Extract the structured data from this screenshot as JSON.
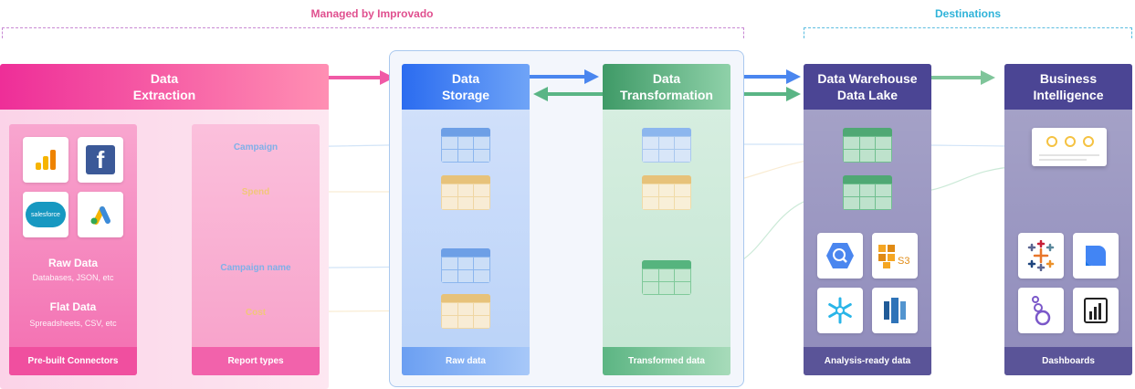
{
  "brackets": {
    "managed": "Managed by Improvado",
    "destinations": "Destinations"
  },
  "colors": {
    "pink": "#ee4ea0",
    "blue": "#3b7cf0",
    "green": "#4aa676",
    "purple": "#4b4594",
    "cyan": "#2fb3d9"
  },
  "extraction": {
    "title_line1": "Data",
    "title_line2": "Extraction",
    "connectors_footer": "Pre-built Connectors",
    "report_footer": "Report types",
    "raw_title": "Raw Data",
    "raw_sub": "Databases, JSON, etc",
    "flat_title": "Flat Data",
    "flat_sub": "Spreadsheets, CSV, etc",
    "connector_icons": [
      "google-analytics-icon",
      "facebook-icon",
      "salesforce-icon",
      "google-ads-icon"
    ],
    "salesforce_text": "salesforce",
    "facebook_text": "f",
    "fields": [
      {
        "label": "Campaign",
        "color": "#7fb0e8"
      },
      {
        "label": "Spend",
        "color": "#f2c67a"
      },
      {
        "label": "Campaign name",
        "color": "#7fb0e8"
      },
      {
        "label": "Cost",
        "color": "#f2c67a"
      }
    ]
  },
  "storage": {
    "title_line1": "Data",
    "title_line2": "Storage",
    "footer": "Raw data"
  },
  "transformation": {
    "title_line1": "Data",
    "title_line2": "Transformation",
    "footer": "Transformed data"
  },
  "warehouse": {
    "title_line1": "Data Warehouse",
    "title_line2": "Data Lake",
    "footer": "Analysis-ready data",
    "icons": [
      "bigquery-icon",
      "amazon-s3-icon",
      "snowflake-icon",
      "redshift-icon"
    ],
    "s3_text": "S3"
  },
  "bi": {
    "title_line1": "Business",
    "title_line2": "Intelligence",
    "footer": "Dashboards",
    "icons": [
      "tableau-icon",
      "data-studio-icon",
      "looker-icon",
      "power-bi-icon"
    ]
  }
}
